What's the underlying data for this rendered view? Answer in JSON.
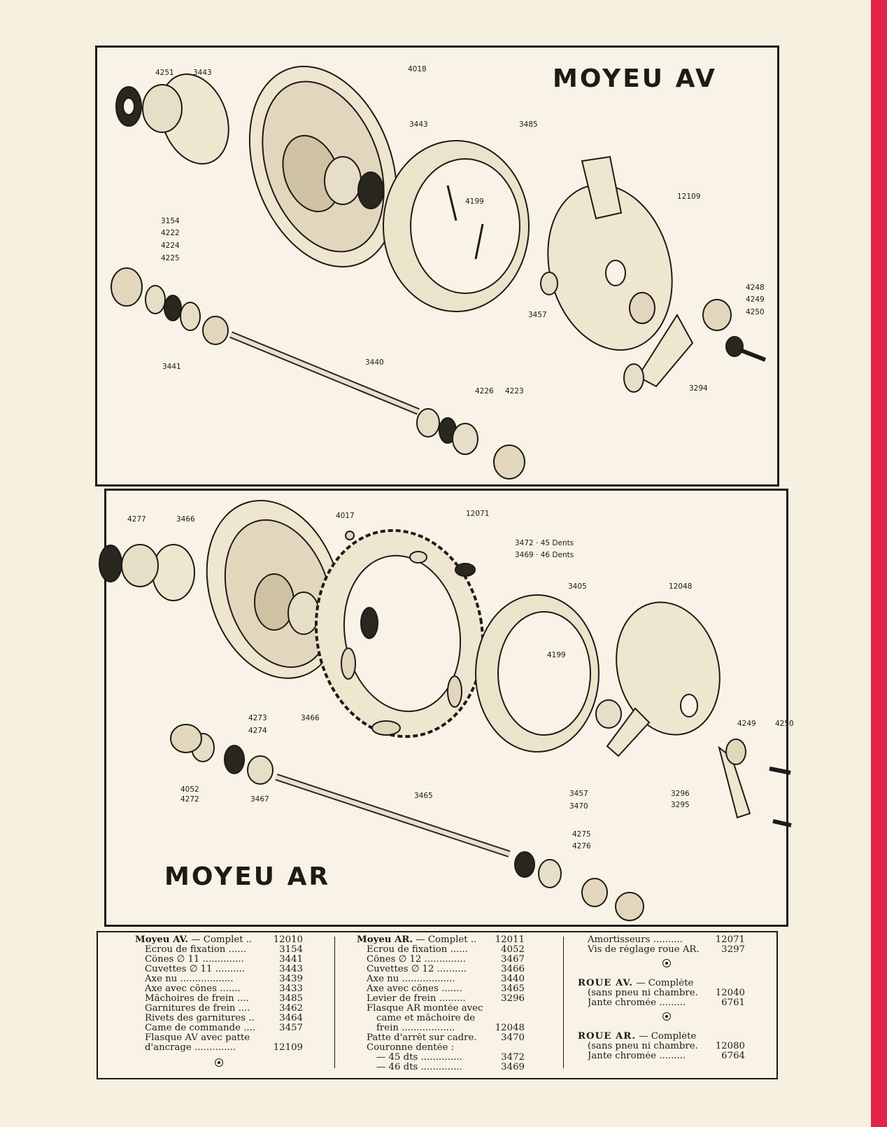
{
  "panels": {
    "front": {
      "title": "MOYEU   AV",
      "labels": [
        "4251",
        "3443",
        "4018",
        "3443",
        "3485",
        "4199",
        "12109",
        "3154",
        "4222",
        "4224",
        "4225",
        "3457",
        "4248",
        "4249",
        "4250",
        "3441",
        "3440",
        "4226",
        "4223",
        "3294"
      ]
    },
    "rear": {
      "title": "MOYEU   AR",
      "labels": [
        "4277",
        "3466",
        "4017",
        "12071",
        "3472 · 45 Dents",
        "3469 · 46 Dents",
        "3405",
        "12048",
        "4199",
        "4273",
        "4274",
        "3466",
        "4249",
        "4250",
        "4052",
        "4272",
        "3467",
        "3465",
        "3457",
        "3470",
        "3296",
        "3295",
        "4275",
        "4276"
      ]
    }
  },
  "legend": {
    "col1": {
      "header_name": "Moyeu AV.",
      "header_rest": " — Complet ..",
      "header_ref": "12010",
      "rows": [
        {
          "name": "Ecrou de fixation ......",
          "ref": "3154"
        },
        {
          "name": "Cônes ∅ 11 ..............",
          "ref": "3441"
        },
        {
          "name": "Cuvettes ∅ 11 ..........",
          "ref": "3443"
        },
        {
          "name": "Axe nu ..................",
          "ref": "3439"
        },
        {
          "name": "Axe avec cônes .......",
          "ref": "3433"
        },
        {
          "name": "Mâchoires de frein ....",
          "ref": "3485"
        },
        {
          "name": "Garnitures de frein ....",
          "ref": "3462"
        },
        {
          "name": "Rivets des garnitures ..",
          "ref": "3464"
        },
        {
          "name": "Came de commande ....",
          "ref": "3457"
        },
        {
          "name": "Flasque AV avec patte",
          "ref": ""
        },
        {
          "name": "d'ancrage ..............",
          "ref": "12109"
        }
      ]
    },
    "col2": {
      "header_name": "Moyeu AR.",
      "header_rest": " — Complet ..",
      "header_ref": "12011",
      "rows": [
        {
          "name": "Ecrou de fixation ......",
          "ref": "4052"
        },
        {
          "name": "Cônes ∅ 12 ..............",
          "ref": "3467"
        },
        {
          "name": "Cuvettes ∅ 12 ..........",
          "ref": "3466"
        },
        {
          "name": "Axe nu ..................",
          "ref": "3440"
        },
        {
          "name": "Axe avec cônes .......",
          "ref": "3465"
        },
        {
          "name": "Levier de frein .........",
          "ref": "3296"
        },
        {
          "name": "Flasque AR montée avec",
          "ref": ""
        },
        {
          "name": "came et mâchoire de",
          "ref": "",
          "indent": 2
        },
        {
          "name": "frein ..................",
          "ref": "12048",
          "indent": 2
        },
        {
          "name": "Patte d'arrêt sur cadre.",
          "ref": "3470"
        },
        {
          "name": "Couronne dentée :",
          "ref": ""
        },
        {
          "name": "— 45 dts ..............",
          "ref": "3472",
          "indent": 2
        },
        {
          "name": "— 46 dts ..............",
          "ref": "3469",
          "indent": 2
        }
      ]
    },
    "col3": {
      "rows_top": [
        {
          "name": "Amortisseurs ..........",
          "ref": "12071"
        },
        {
          "name": "Vis de réglage roue AR.",
          "ref": "3297"
        }
      ],
      "roue_av": {
        "head": "ROUE AV.",
        "rest": " — Complète",
        "line2": "(sans pneu ni chambre.",
        "line2_ref": "12040",
        "line3": "Jante chromée .........",
        "line3_ref": "6761"
      },
      "roue_ar": {
        "head": "ROUE AR.",
        "rest": " — Complète",
        "line2": "(sans pneu ni chambre.",
        "line2_ref": "12080",
        "line3": "Jante chromée .........",
        "line3_ref": "6764"
      }
    }
  }
}
